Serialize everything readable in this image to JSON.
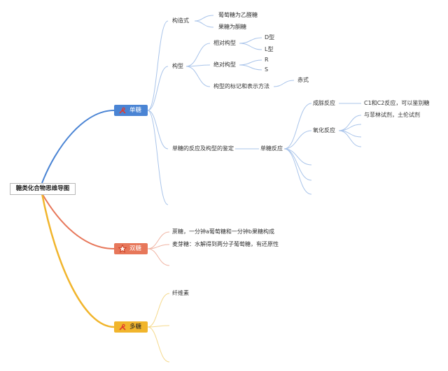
{
  "root": "糖类化合物思维导图",
  "branches": {
    "b1": {
      "label": "单糖",
      "icon": "tools-icon",
      "color": "#4a84d4",
      "children": {
        "structure": {
          "label": "构造式",
          "items": [
            "葡萄糖为乙醛糖",
            "果糖为酮糖"
          ]
        },
        "config": {
          "label": "构型",
          "relative": {
            "label": "相对构型",
            "items": [
              "D型",
              "L型"
            ]
          },
          "absolute": {
            "label": "绝对构型",
            "items": [
              "R",
              "S"
            ]
          },
          "notation": {
            "label": "构型的标记和表示方法",
            "items": [
              "赤式"
            ]
          }
        },
        "reaction": {
          "label": "单糖的反应及构型的鉴定",
          "sub": "单糖反应",
          "osazone": {
            "label": "成脎反应",
            "items": [
              "C1和C2反应，可以鉴别糖"
            ]
          },
          "oxidation": {
            "label": "氧化反应",
            "items": [
              "与菲林试剂，土伦试剂"
            ]
          }
        }
      }
    },
    "b2": {
      "label": "双糖",
      "icon": "star-icon",
      "color": "#e7775a",
      "items": [
        "蔗糖，一分钟a葡萄糖和一分钟b果糖构成",
        "麦芽糖：水解得到两分子葡萄糖，有还原性"
      ]
    },
    "b3": {
      "label": "多糖",
      "icon": "tools-icon",
      "color": "#f1b52c",
      "items": [
        "纤维素"
      ]
    }
  }
}
